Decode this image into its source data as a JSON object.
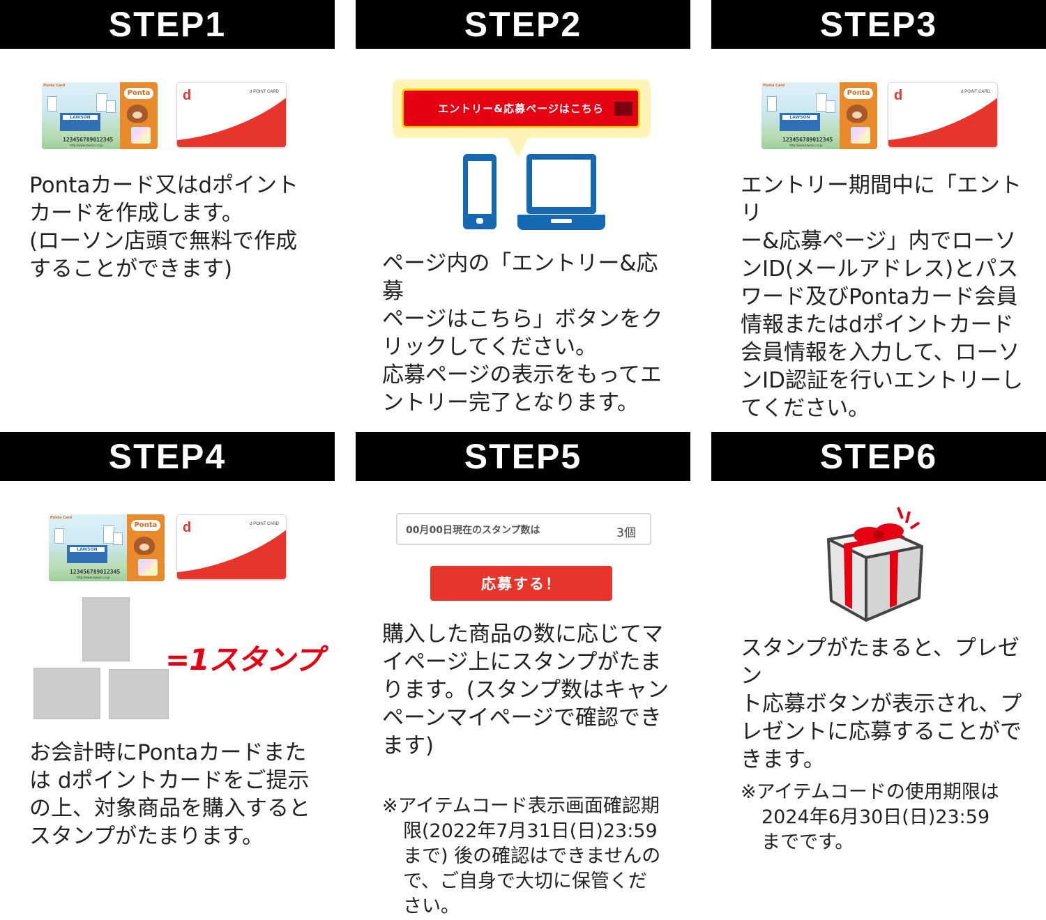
{
  "steps": [
    {
      "title": "STEP1",
      "text": "Pontaカード又はdポイント\nカードを作成します。\n(ローソン店頭で無料で作成\nすることができます)"
    },
    {
      "title": "STEP2",
      "text": "ページ内の「エントリー&応募\nページはこちら」ボタンをク\nリックしてください。\n応募ページの表示をもってエ\nントリー完了となります。"
    },
    {
      "title": "STEP3",
      "text": "エントリー期間中に「エントリ\nー&応募ページ」内でローソ\nンID(メールアドレス)とパス\nワード及びPontaカード会員\n情報またはdポイントカード\n会員情報を入力して、ローソ\nンID認証を行いエントリーし\nてください。"
    },
    {
      "title": "STEP4",
      "text": "お会計時にPontaカードまた\nは dポイントカードをご提示\nの上、対象商品を購入すると\nスタンプがたまります。"
    },
    {
      "title": "STEP5",
      "text": "購入した商品の数に応じてマ\nイページ上にスタンプがたま\nります。(スタンプ数はキャン\nペーンマイページで確認でき\nます)"
    },
    {
      "title": "STEP6",
      "text": "スタンプがたまると、プレゼン\nト応募ボタンが表示され、プ\nレゼントに応募することがで\nきます。"
    }
  ],
  "ponta_card": {
    "logo": "Ponta",
    "store": "LAWSON",
    "number": "123456789012345",
    "url": "http://www.lawson.co.jp",
    "tag": "Ponta Card"
  },
  "d_card": {
    "logo": "d",
    "label": "d POINT CARD"
  },
  "step2": {
    "entry_button_label": "エントリー&応募ページはこちら",
    "icons": [
      "smartphone-icon",
      "laptop-icon"
    ]
  },
  "step4": {
    "stamp_label": "=1スタンプ"
  },
  "step5": {
    "stamp_field_label": "00月00日現在のスタンプ数は",
    "stamp_count": "3個",
    "apply_button_label": "応募する！",
    "note_first": "※アイテムコード表示画面確認期",
    "note_rest": "限(2022年7月31日(日)23:59\nまで) 後の確認はできませんの\nで、ご自身で大切に保管くだ\nさい。"
  },
  "step6": {
    "note_first": "※アイテムコードの使用期限は",
    "note_rest": "2024年6月30日(日)23:59\nまでです。",
    "icon": "gift-icon"
  },
  "colors": {
    "header_bg": "#000000",
    "accent_red": "#e8352c",
    "blue": "#1569b3",
    "bubble": "#fff4b8"
  }
}
